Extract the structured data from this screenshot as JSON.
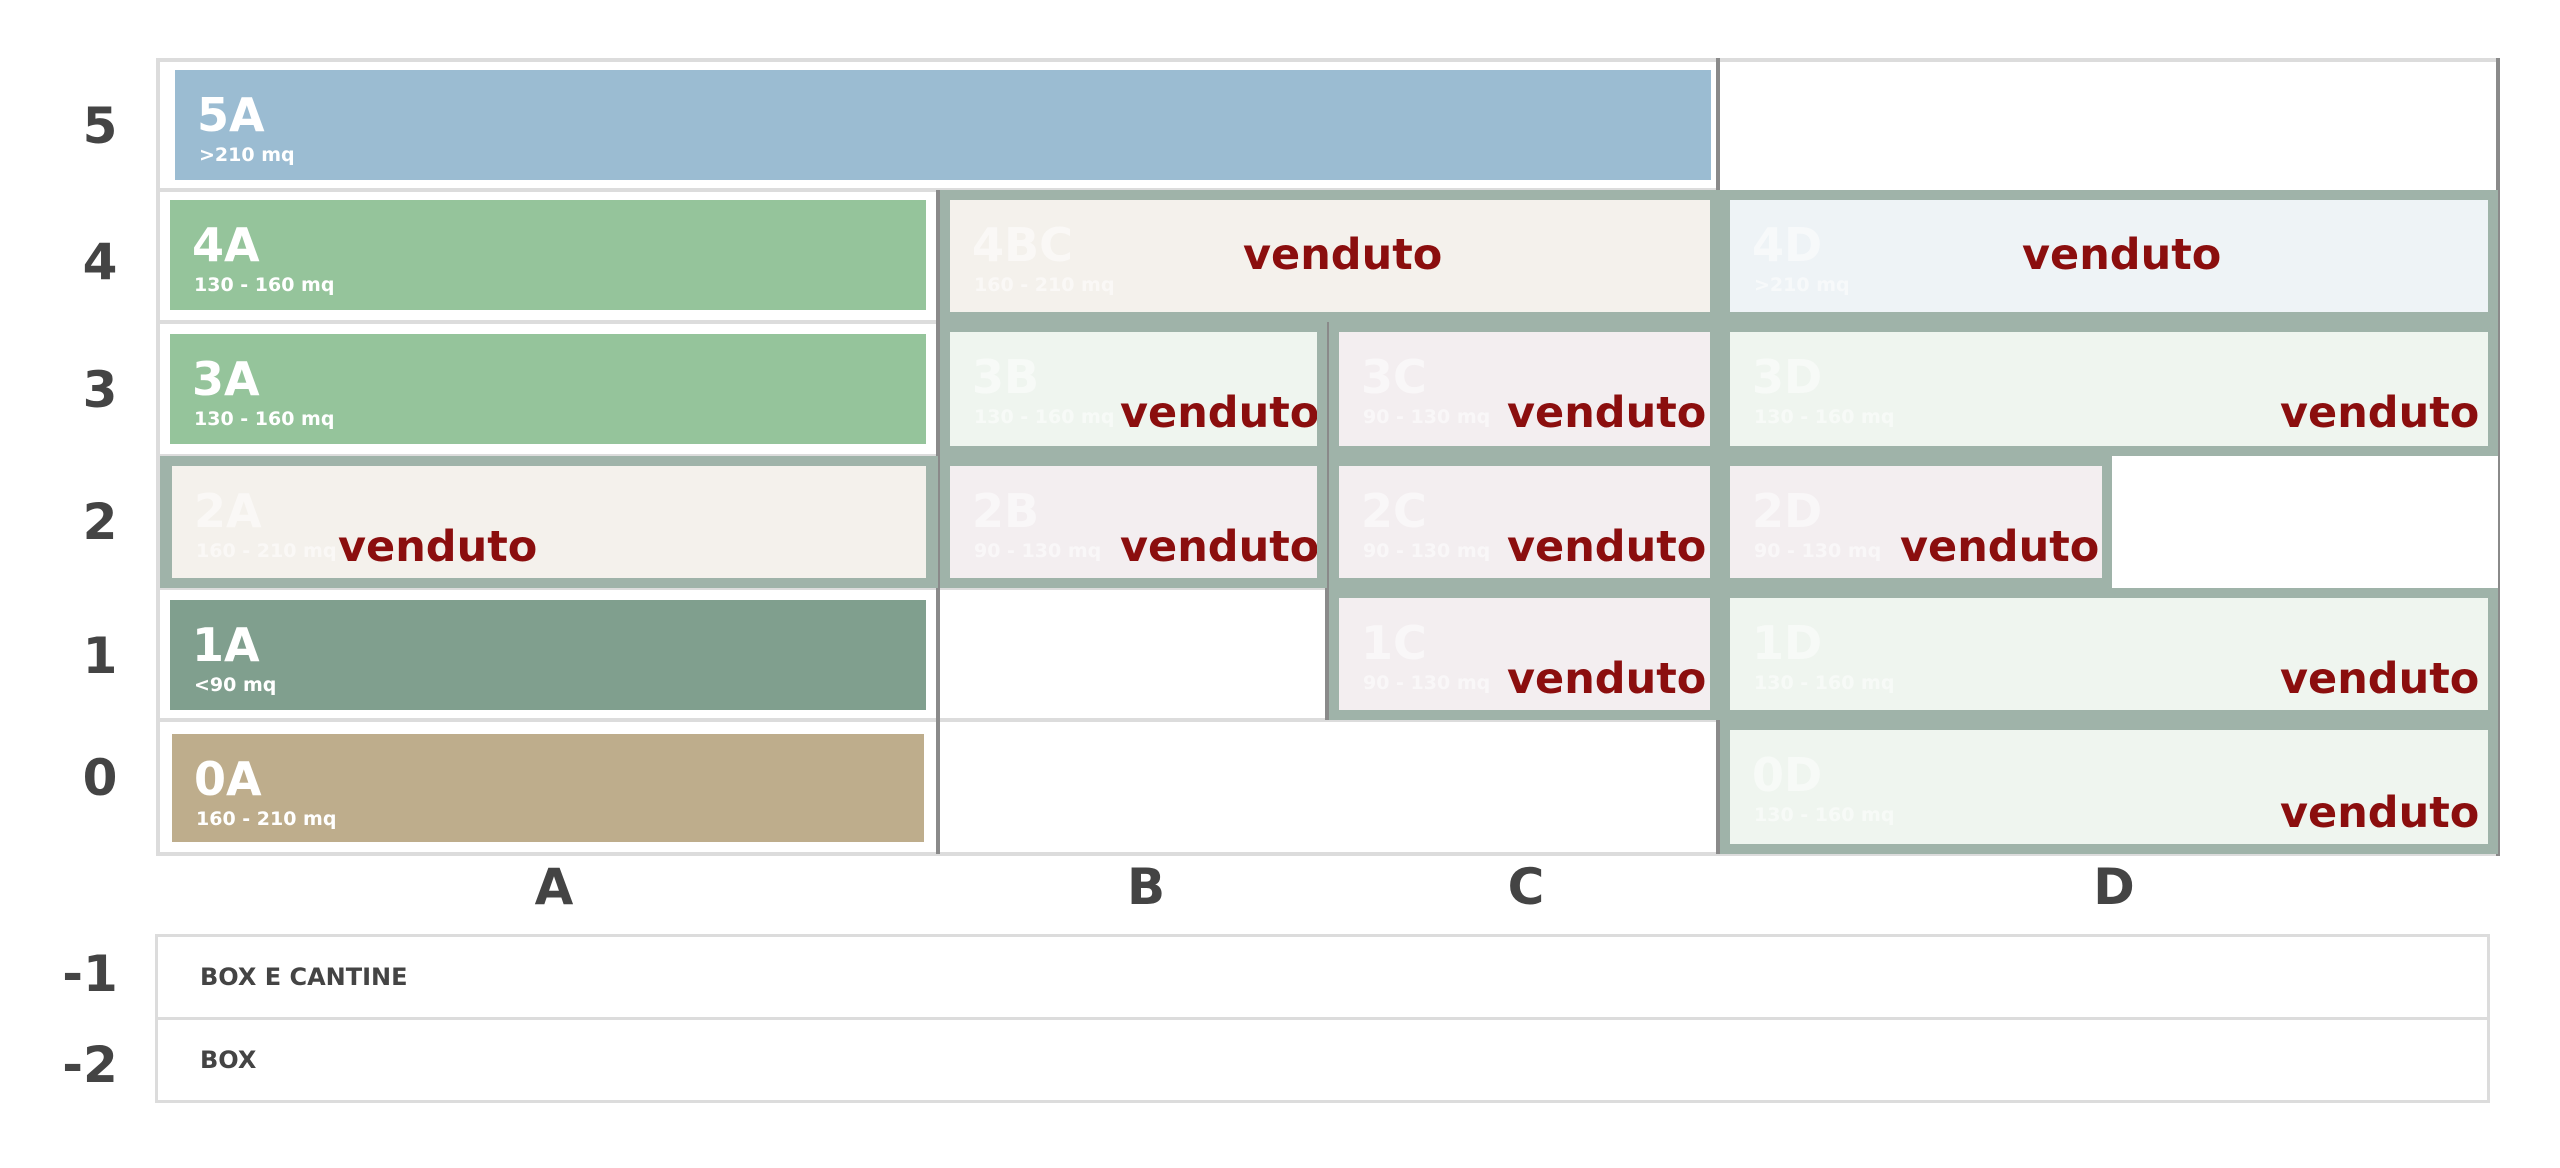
{
  "floors": [
    {
      "id": "5",
      "label": "5"
    },
    {
      "id": "4",
      "label": "4"
    },
    {
      "id": "3",
      "label": "3"
    },
    {
      "id": "2",
      "label": "2"
    },
    {
      "id": "1",
      "label": "1"
    },
    {
      "id": "0",
      "label": "0"
    }
  ],
  "columns": [
    {
      "id": "A",
      "label": "A"
    },
    {
      "id": "B",
      "label": "B"
    },
    {
      "id": "C",
      "label": "C"
    },
    {
      "id": "D",
      "label": "D"
    }
  ],
  "sold_label": "venduto",
  "units": [
    {
      "code": "5A",
      "size": ">210 mq",
      "floor": "5",
      "cols": "A-C",
      "sold": false,
      "color": "#9bbcd2"
    },
    {
      "code": "4A",
      "size": "130 - 160 mq",
      "floor": "4",
      "cols": "A",
      "sold": false,
      "color": "#95c49b"
    },
    {
      "code": "4BC",
      "size": "160 - 210 mq",
      "floor": "4",
      "cols": "B-C",
      "sold": true,
      "color": "#f4f1ec"
    },
    {
      "code": "4D",
      "size": ">210 mq",
      "floor": "4",
      "cols": "D",
      "sold": true,
      "color": "#eef3f6"
    },
    {
      "code": "3A",
      "size": "130 - 160 mq",
      "floor": "3",
      "cols": "A",
      "sold": false,
      "color": "#95c49b"
    },
    {
      "code": "3B",
      "size": "130 - 160 mq",
      "floor": "3",
      "cols": "B",
      "sold": true,
      "color": "#eff5ef"
    },
    {
      "code": "3C",
      "size": "90 - 130 mq",
      "floor": "3",
      "cols": "C",
      "sold": true,
      "color": "#f3eef0"
    },
    {
      "code": "3D",
      "size": "130 - 160 mq",
      "floor": "3",
      "cols": "D",
      "sold": true,
      "color": "#eff5ef"
    },
    {
      "code": "2A",
      "size": "160 - 210 mq",
      "floor": "2",
      "cols": "A",
      "sold": true,
      "color": "#f4f1ec"
    },
    {
      "code": "2B",
      "size": "90 - 130 mq",
      "floor": "2",
      "cols": "B",
      "sold": true,
      "color": "#f3eef0"
    },
    {
      "code": "2C",
      "size": "90 - 130 mq",
      "floor": "2",
      "cols": "C",
      "sold": true,
      "color": "#f3eef0"
    },
    {
      "code": "2D",
      "size": "90 - 130 mq",
      "floor": "2",
      "cols": "D-left",
      "sold": true,
      "color": "#f3eef0"
    },
    {
      "code": "1A",
      "size": "<90 mq",
      "floor": "1",
      "cols": "A",
      "sold": false,
      "color": "#809f8e"
    },
    {
      "code": "1C",
      "size": "90 - 130 mq",
      "floor": "1",
      "cols": "C",
      "sold": true,
      "color": "#f3eef0"
    },
    {
      "code": "1D",
      "size": "130 - 160 mq",
      "floor": "1",
      "cols": "D",
      "sold": true,
      "color": "#eff5ef"
    },
    {
      "code": "0A",
      "size": "160 - 210 mq",
      "floor": "0",
      "cols": "A",
      "sold": false,
      "color": "#bead8c"
    },
    {
      "code": "0D",
      "size": "130 - 160 mq",
      "floor": "0",
      "cols": "D",
      "sold": true,
      "color": "#eff5ef"
    }
  ],
  "basements": [
    {
      "level": "-1",
      "label": "BOX E CANTINE"
    },
    {
      "level": "-2",
      "label": "BOX"
    }
  ],
  "colors": {
    "sold_text": "#8b0e0e",
    "frame_sold": "#9fb3a9",
    "grid": "#dcdcdc",
    "label_text": "#444444"
  }
}
